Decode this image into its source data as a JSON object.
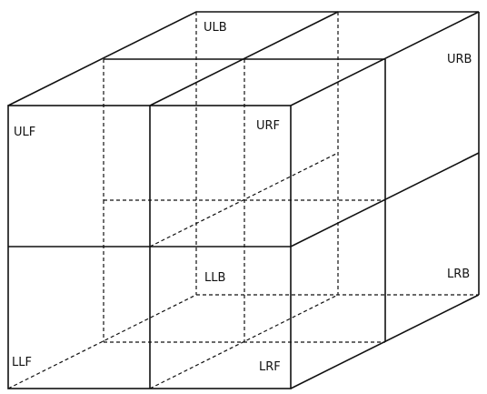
{
  "diagram": {
    "labels": {
      "ulb": "ULB",
      "urb": "URB",
      "ulf": "ULF",
      "urf": "URF",
      "llb": "LLB",
      "lrb": "LRB",
      "llf": "LLF",
      "lrf": "LRF"
    }
  }
}
